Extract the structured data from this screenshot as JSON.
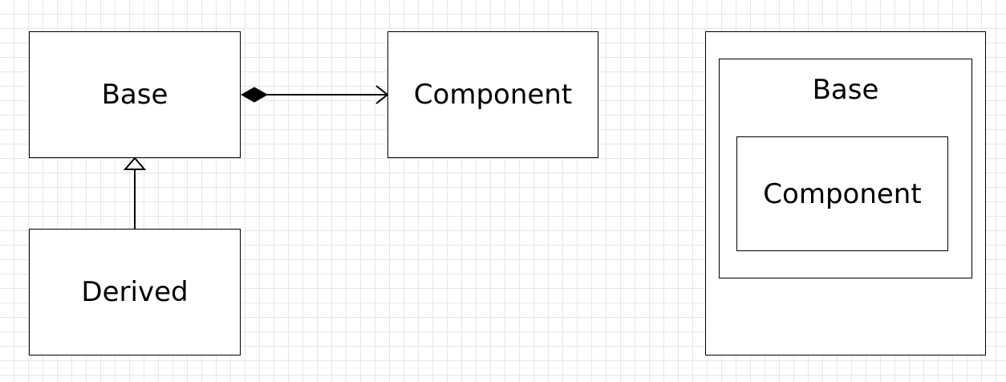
{
  "diagram_left": {
    "base": {
      "label": "Base"
    },
    "component": {
      "label": "Component"
    },
    "derived": {
      "label": "Derived"
    }
  },
  "diagram_right": {
    "base": {
      "label": "Base"
    },
    "component": {
      "label": "Component"
    }
  },
  "colors": {
    "line": "#000000",
    "grid": "#e6e6e6",
    "box_fill": "#ffffff"
  }
}
